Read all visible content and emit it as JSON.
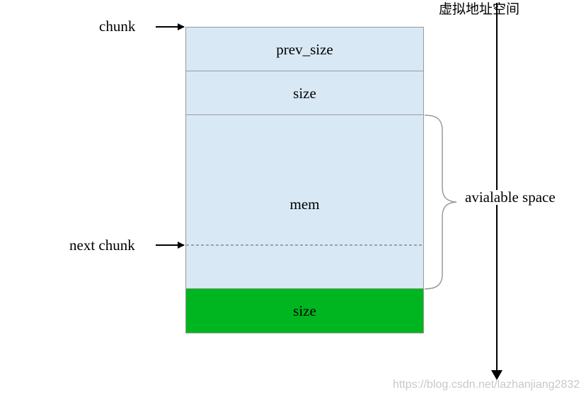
{
  "diagram": {
    "title": "虚拟地址空间",
    "pointers": {
      "chunk": "chunk",
      "next_chunk": "next chunk"
    },
    "fields": {
      "prev_size": "prev_size",
      "size": "size",
      "mem": "mem",
      "next_size": "size"
    },
    "brace_label": "avialable space",
    "watermark": "https://blog.csdn.net/lazhanjiang2832"
  },
  "colors": {
    "field_fill": "#d9e8f5",
    "next_size_fill": "#00b620",
    "border": "#9a9a9a",
    "dashed": "#8a8a8a",
    "arrow": "#000000"
  }
}
